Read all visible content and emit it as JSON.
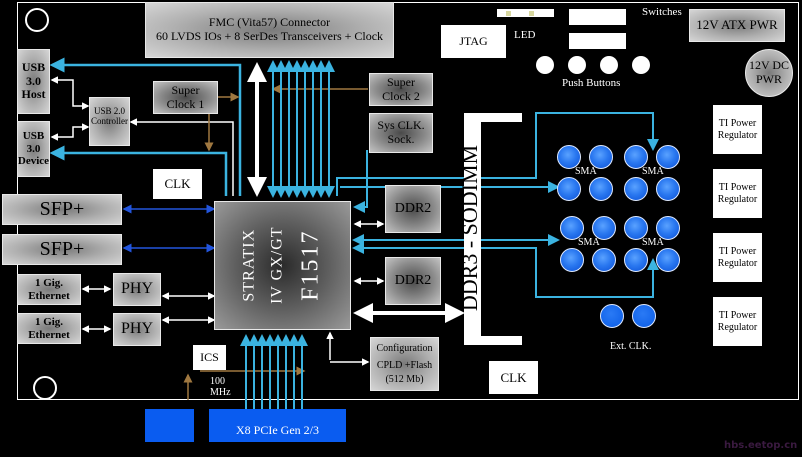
{
  "diagram": {
    "title": "Stratix IV GX/GT FPGA development board block diagram",
    "colors": {
      "background": "#000000",
      "board_outline": "#ffffff",
      "high_speed_link": "#3bb3e0",
      "sfp_link": "#2255dd",
      "clock_link": "#a07840",
      "sma_connector": "#2a78f0",
      "pcie_edge": "#0a5cf0"
    },
    "fmc": {
      "line1": "FMC (Vita57) Connector",
      "line2": "60 LVDS IOs + 8 SerDes Transceivers + Clock"
    },
    "fpga": {
      "line1": "STRATIX",
      "line2": "IV GX/GT",
      "line3": "F1517"
    },
    "usb_host": {
      "line1": "USB",
      "line2": "3.0",
      "line3": "Host"
    },
    "usb_device": {
      "line1": "USB",
      "line2": "3.0",
      "line3": "Device"
    },
    "usb2_controller": {
      "line1": "USB 2.0",
      "line2": "Controller"
    },
    "super_clock_1": {
      "line1": "Super",
      "line2": "Clock 1"
    },
    "super_clock_2": {
      "line1": "Super",
      "line2": "Clock 2"
    },
    "sys_clk_sock": {
      "line1": "Sys CLK.",
      "line2": "Sock."
    },
    "clk_top": "CLK",
    "clk_bottom": "CLK",
    "sfp": [
      "SFP+",
      "SFP+"
    ],
    "ethernet": [
      {
        "line1": "1 Gig.",
        "line2": "Ethernet"
      },
      {
        "line1": "1 Gig.",
        "line2": "Ethernet"
      }
    ],
    "phy": [
      "PHY",
      "PHY"
    ],
    "ddr2": [
      "DDR2",
      "DDR2"
    ],
    "ddr3": "DDR3 - SODIMM",
    "configuration": {
      "line1": "Configuration",
      "line2": "CPLD +Flash",
      "line3": "(512 Mb)"
    },
    "ics": "ICS",
    "ics_freq": {
      "line1": "100",
      "line2": "MHz"
    },
    "pcie": "X8 PCIe Gen 2/3",
    "jtag": "JTAG",
    "led": "LED",
    "switches": "Switches",
    "push_buttons": "Push Buttons",
    "atx_power": "12V ATX PWR",
    "dc_power": {
      "line1": "12V DC",
      "line2": "PWR"
    },
    "ti_regulators": [
      {
        "line1": "TI Power",
        "line2": "Regulator"
      },
      {
        "line1": "TI Power",
        "line2": "Regulator"
      },
      {
        "line1": "TI Power",
        "line2": "Regulator"
      },
      {
        "line1": "TI Power",
        "line2": "Regulator"
      }
    ],
    "sma_labels": [
      "SMA",
      "SMA",
      "SMA",
      "SMA"
    ],
    "ext_clk": "Ext. CLK.",
    "watermark": "hbs.eetop.cn"
  }
}
